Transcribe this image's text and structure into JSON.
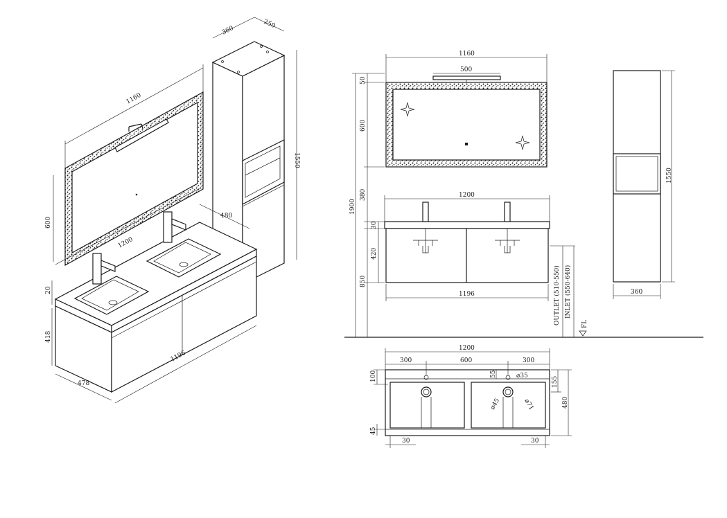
{
  "iso": {
    "mirror_width": "1160",
    "mirror_height": "600",
    "basin_width": "1200",
    "cabinet_depth_top": "480",
    "top_thickness": "20",
    "cabinet_height": "418",
    "cabinet_width": "1196",
    "cabinet_depth": "478",
    "tall_depth": "360",
    "tall_width": "250",
    "tall_height": "1550"
  },
  "front": {
    "mirror_width": "1160",
    "light_width": "500",
    "mirror_gap": "50",
    "mirror_height": "600",
    "gap_mirror_to_basin": "380",
    "total_height": "1900",
    "basin_width": "1200",
    "top_thickness": "30",
    "cabinet_height": "420",
    "floor_to_top": "850",
    "cabinet_width": "1196",
    "outlet_label": "OUTLET (510-550)",
    "inlet_label": "INLET (550-640)",
    "floor_label": "FL"
  },
  "tall_front": {
    "height": "1550",
    "width": "360"
  },
  "plan": {
    "total_width": "1200",
    "left_segment": "300",
    "middle_segment": "600",
    "right_segment": "300",
    "tap_offset": "100",
    "tap_hole_offset": "55",
    "tap_hole_dia": "⌀35",
    "drain_offset": "155",
    "depth": "480",
    "drain_dia_inner": "⌀45",
    "drain_dia_outer": "⌀71",
    "front_edge": "45",
    "left_margin": "30",
    "right_margin": "30"
  }
}
